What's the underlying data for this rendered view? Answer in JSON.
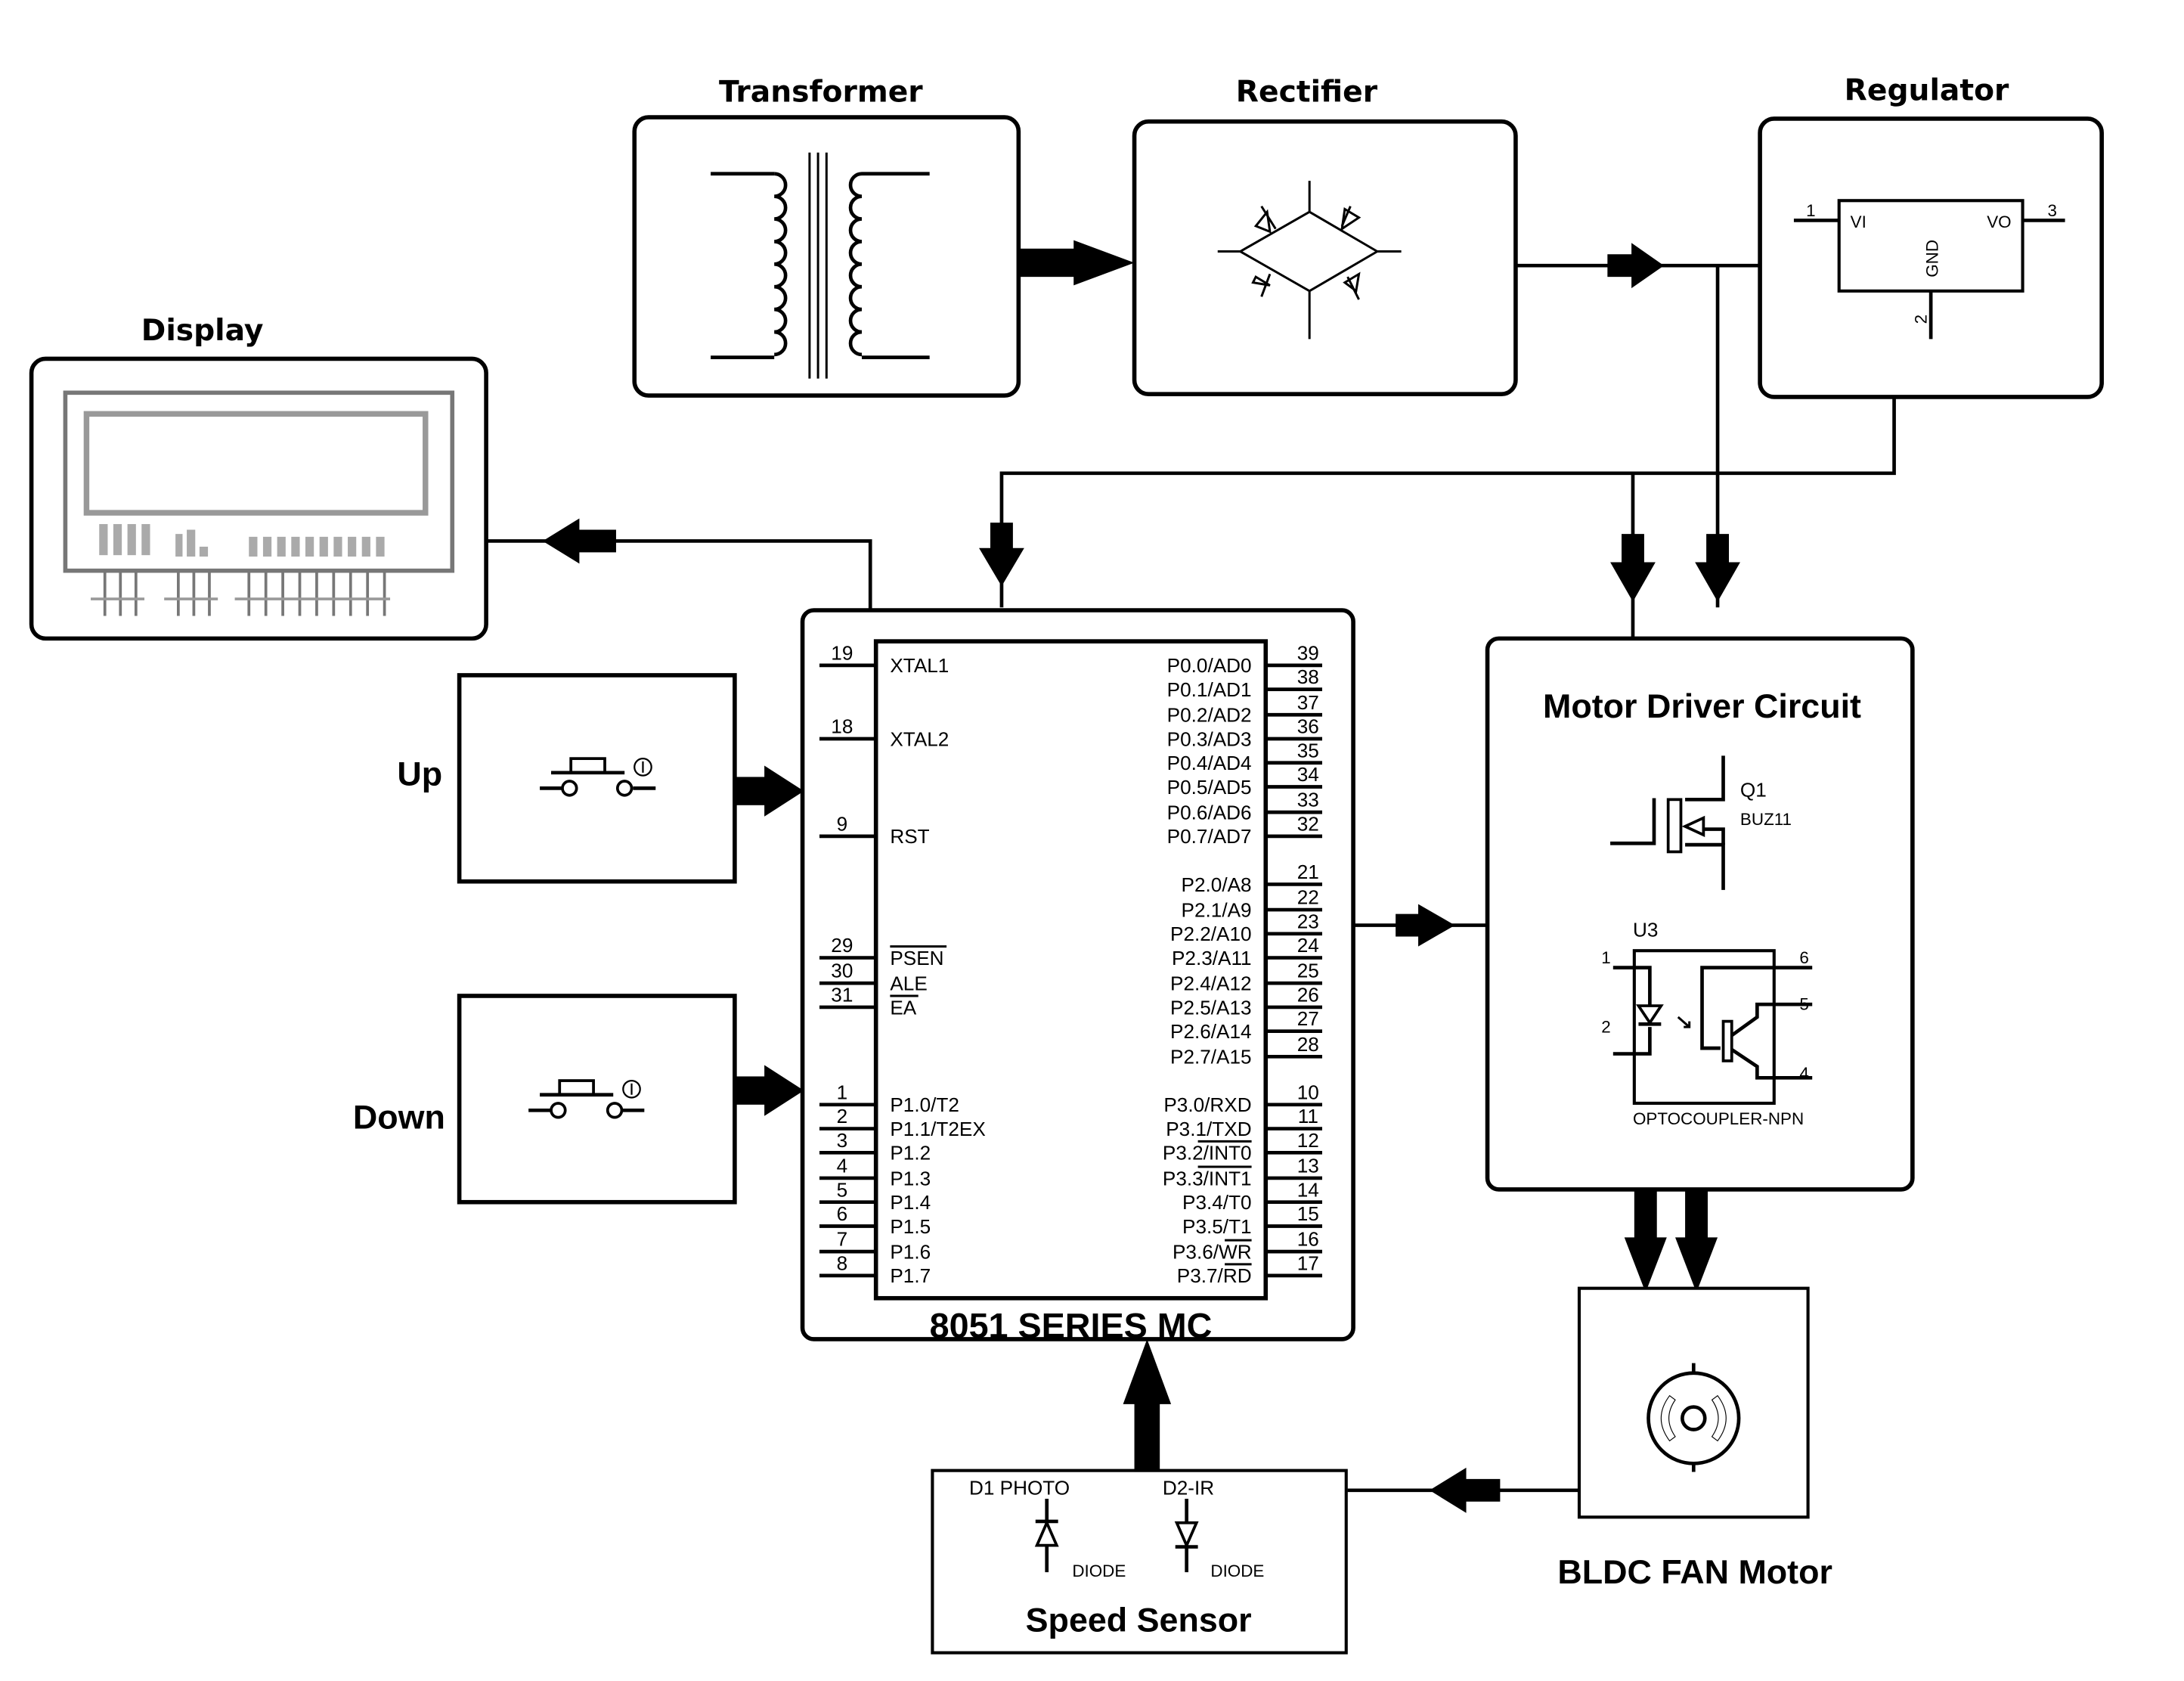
{
  "blocks": {
    "transformer": {
      "title": "Transformer"
    },
    "rectifier": {
      "title": "Rectifier"
    },
    "regulator": {
      "title": "Regulator",
      "pin_in": "1",
      "pin_out": "3",
      "pin_gnd": "2",
      "label_in": "VI",
      "label_out": "VO",
      "label_gnd": "GND"
    },
    "display": {
      "title": "Display"
    },
    "up_button": {
      "label": "Up"
    },
    "down_button": {
      "label": "Down"
    },
    "mcu": {
      "title": "8051 SERIES MC",
      "left_pins": [
        {
          "num": "19",
          "name": "XTAL1"
        },
        {
          "num": "18",
          "name": "XTAL2"
        },
        {
          "num": "9",
          "name": "RST"
        },
        {
          "num": "29",
          "name": "PSEN"
        },
        {
          "num": "30",
          "name": "ALE"
        },
        {
          "num": "31",
          "name": "EA"
        },
        {
          "num": "1",
          "name": "P1.0/T2"
        },
        {
          "num": "2",
          "name": "P1.1/T2EX"
        },
        {
          "num": "3",
          "name": "P1.2"
        },
        {
          "num": "4",
          "name": "P1.3"
        },
        {
          "num": "5",
          "name": "P1.4"
        },
        {
          "num": "6",
          "name": "P1.5"
        },
        {
          "num": "7",
          "name": "P1.6"
        },
        {
          "num": "8",
          "name": "P1.7"
        }
      ],
      "right_pins": [
        {
          "num": "39",
          "name": "P0.0/AD0"
        },
        {
          "num": "38",
          "name": "P0.1/AD1"
        },
        {
          "num": "37",
          "name": "P0.2/AD2"
        },
        {
          "num": "36",
          "name": "P0.3/AD3"
        },
        {
          "num": "35",
          "name": "P0.4/AD4"
        },
        {
          "num": "34",
          "name": "P0.5/AD5"
        },
        {
          "num": "33",
          "name": "P0.6/AD6"
        },
        {
          "num": "32",
          "name": "P0.7/AD7"
        },
        {
          "num": "21",
          "name": "P2.0/A8"
        },
        {
          "num": "22",
          "name": "P2.1/A9"
        },
        {
          "num": "23",
          "name": "P2.2/A10"
        },
        {
          "num": "24",
          "name": "P2.3/A11"
        },
        {
          "num": "25",
          "name": "P2.4/A12"
        },
        {
          "num": "26",
          "name": "P2.5/A13"
        },
        {
          "num": "27",
          "name": "P2.6/A14"
        },
        {
          "num": "28",
          "name": "P2.7/A15"
        },
        {
          "num": "10",
          "name": "P3.0/RXD"
        },
        {
          "num": "11",
          "name": "P3.1/TXD"
        },
        {
          "num": "12",
          "name": "P3.2/INT0"
        },
        {
          "num": "13",
          "name": "P3.3/INT1"
        },
        {
          "num": "14",
          "name": "P3.4/T0"
        },
        {
          "num": "15",
          "name": "P3.5/T1"
        },
        {
          "num": "16",
          "name": "P3.6/WR"
        },
        {
          "num": "17",
          "name": "P3.7/RD"
        }
      ]
    },
    "motor_driver": {
      "title": "Motor Driver Circuit",
      "mosfet_ref": "Q1",
      "mosfet_part": "BUZ11",
      "opto_ref": "U3",
      "opto_part": "OPTOCOUPLER-NPN",
      "opto_pins": [
        "1",
        "2",
        "6",
        "5",
        "4"
      ]
    },
    "fan_motor": {
      "title": "BLDC FAN Motor"
    },
    "speed_sensor": {
      "title": "Speed Sensor",
      "d1_label": "D1 PHOTO",
      "d2_label": "D2-IR",
      "d1_type": "DIODE",
      "d2_type": "DIODE"
    }
  }
}
